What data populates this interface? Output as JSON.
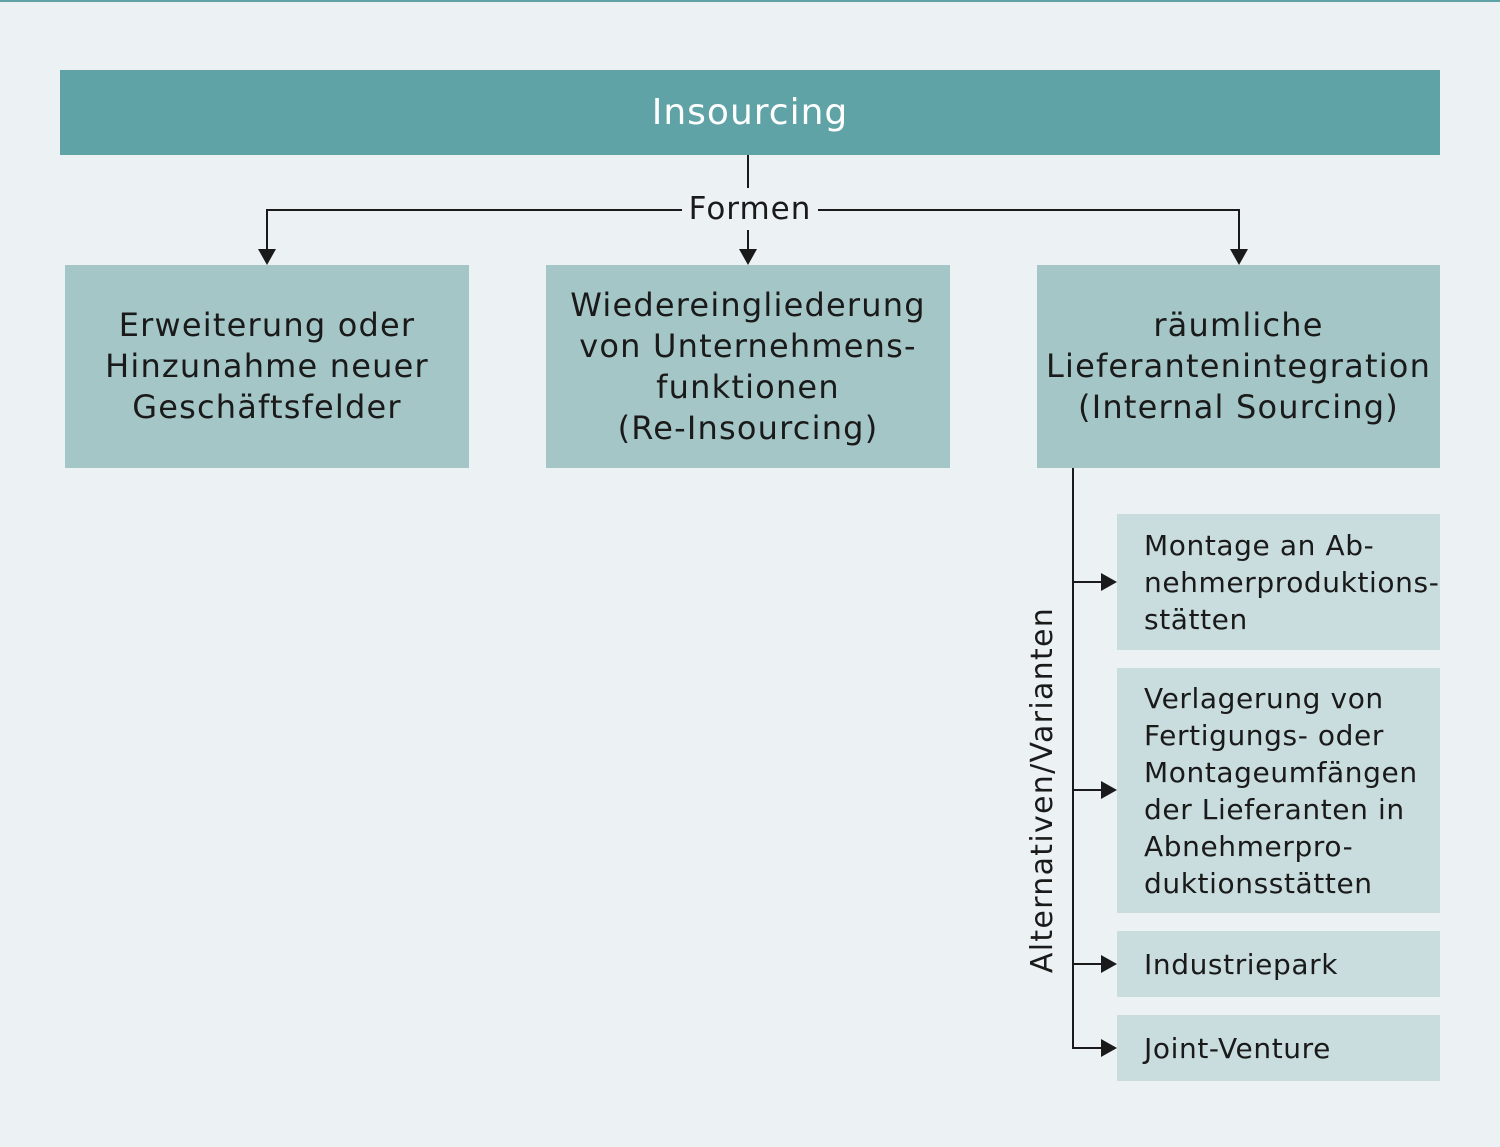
{
  "header": {
    "title": "Insourcing"
  },
  "connector_label": "Formen",
  "forms": [
    {
      "label": "Erweiterung oder\nHinzunahme neuer\nGeschäftsfelder"
    },
    {
      "label": "Wiedereingliederung\nvon Unternehmens-\nfunktionen\n(Re-Insourcing)"
    },
    {
      "label": "räumliche\nLieferantenintegration\n(Internal Sourcing)"
    }
  ],
  "variants_label": "Alternativen/Varianten",
  "variants": [
    {
      "label": "Montage an Ab-\nnehmerproduktions-\nstätten"
    },
    {
      "label": "Verlagerung von\nFertigungs- oder\nMontageumfängen\nder Lieferanten in\nAbnehmerpro-\nduktionsstätten"
    },
    {
      "label": "Industriepark"
    },
    {
      "label": "Joint-Venture"
    }
  ],
  "colors": {
    "header": "#5fa3a6",
    "form_box": "#a4c6c7",
    "variant_box": "#c9dcde",
    "background": "#ecf1f3"
  }
}
